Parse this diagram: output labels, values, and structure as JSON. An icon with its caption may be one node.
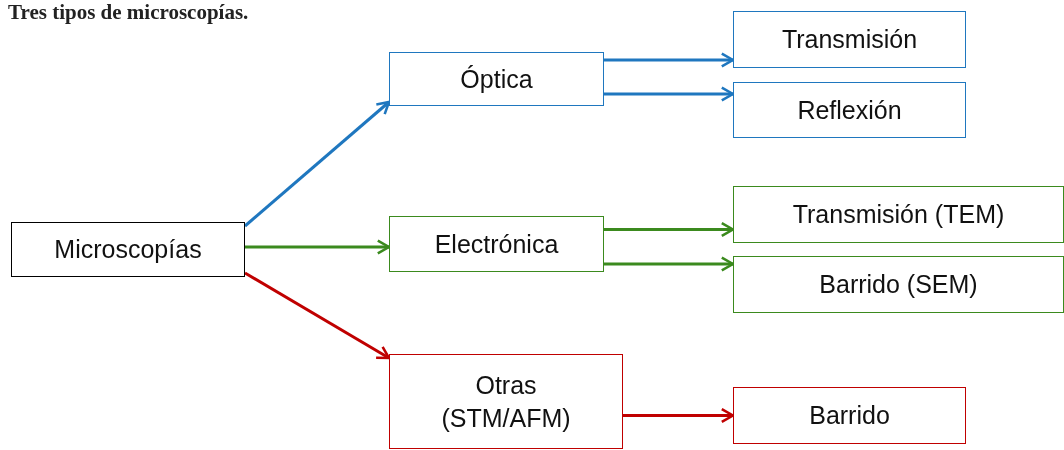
{
  "diagram": {
    "title": "Tres tipos de microscopías.",
    "nodes": [
      {
        "text": [
          "Microscopías"
        ]
      },
      {
        "text": [
          "Óptica"
        ]
      },
      {
        "text": [
          "Transmisión"
        ]
      },
      {
        "text": [
          "Reflexión"
        ]
      },
      {
        "text": [
          "Electrónica"
        ]
      },
      {
        "text": [
          "Transmisión (TEM)"
        ]
      },
      {
        "text": [
          "Barrido (SEM)"
        ]
      },
      {
        "text": [
          "Otras (STM/AFM)"
        ]
      },
      {
        "text": [
          "Barrido"
        ]
      }
    ],
    "edges": [
      {
        "from": 0,
        "to": 1,
        "arrow": "to",
        "color": "#1f77bf"
      },
      {
        "from": 0,
        "to": 4,
        "arrow": "to",
        "color": "#3b8a1e"
      },
      {
        "from": 0,
        "to": 7,
        "arrow": "to",
        "color": "#c00000"
      },
      {
        "from": 1,
        "to": 2,
        "arrow": "to",
        "color": "#1f77bf"
      },
      {
        "from": 1,
        "to": 3,
        "arrow": "to",
        "color": "#1f77bf"
      },
      {
        "from": 4,
        "to": 5,
        "arrow": "to",
        "color": "#3b8a1e"
      },
      {
        "from": 4,
        "to": 6,
        "arrow": "to",
        "color": "#3b8a1e"
      },
      {
        "from": 7,
        "to": 8,
        "arrow": "to",
        "color": "#c00000"
      }
    ]
  }
}
